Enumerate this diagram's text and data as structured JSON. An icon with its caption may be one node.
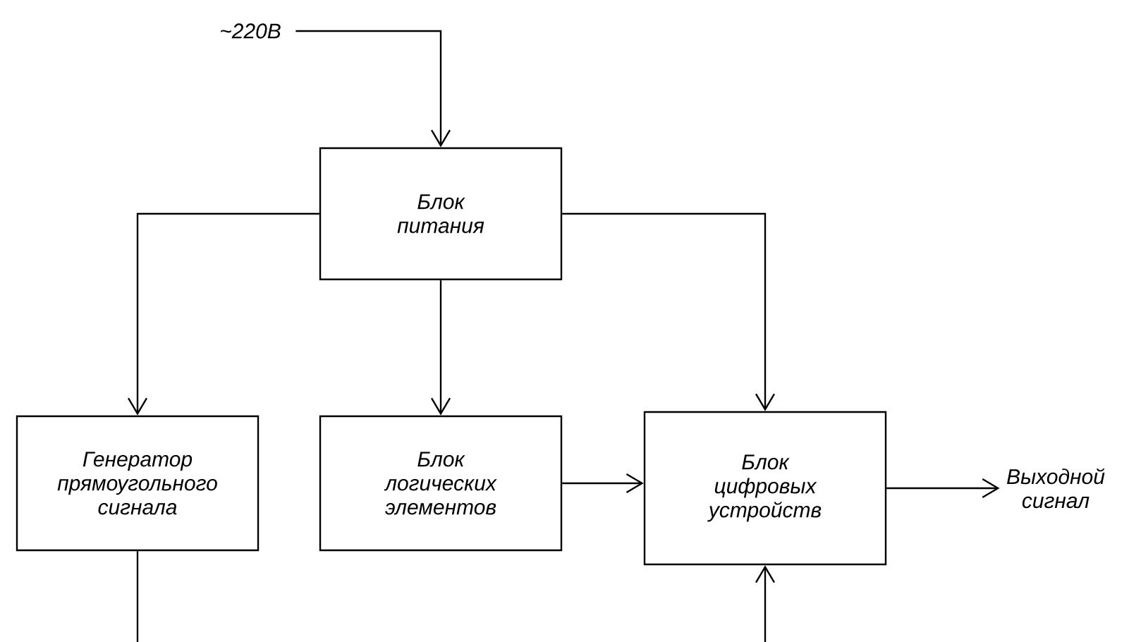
{
  "diagram": {
    "nodes": [
      {
        "text": [
          "~220В"
        ]
      },
      {
        "text": [
          "Блок питания"
        ]
      },
      {
        "text": [
          "Генератор прямоугольного сигнала"
        ]
      },
      {
        "text": [
          "Блок логических элементов"
        ]
      },
      {
        "text": [
          "Блок цифровых устройств"
        ]
      },
      {
        "text": [
          "Выходной сигнал"
        ]
      }
    ],
    "edges": [
      {
        "from": 0,
        "to": 1,
        "arrow": "to"
      },
      {
        "from": 1,
        "to": 2,
        "arrow": "to"
      },
      {
        "from": 1,
        "to": 3,
        "arrow": "to"
      },
      {
        "from": 1,
        "to": 4,
        "arrow": "to"
      },
      {
        "from": 3,
        "to": 4,
        "arrow": "to"
      },
      {
        "from": 4,
        "to": 5,
        "arrow": "to"
      },
      {
        "from": 2,
        "to": null,
        "arrow": "none"
      },
      {
        "from": null,
        "to": 4,
        "arrow": "to"
      }
    ]
  }
}
